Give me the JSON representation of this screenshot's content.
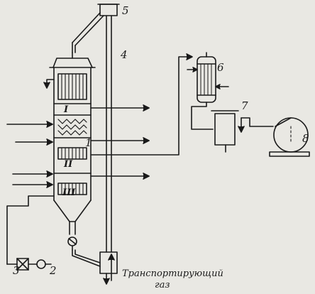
{
  "labels": {
    "n1": "1",
    "n2": "2",
    "n3": "3",
    "n4": "4",
    "n5": "5",
    "n6": "6",
    "n7": "7",
    "n8": "8"
  },
  "sections": {
    "s1": "I",
    "s2": "II",
    "s3": "III"
  },
  "caption": {
    "line1": "Транспортирующий",
    "line2": "газ"
  },
  "colors": {
    "ink": "#1a1a1a",
    "paper": "#e9e8e3"
  }
}
